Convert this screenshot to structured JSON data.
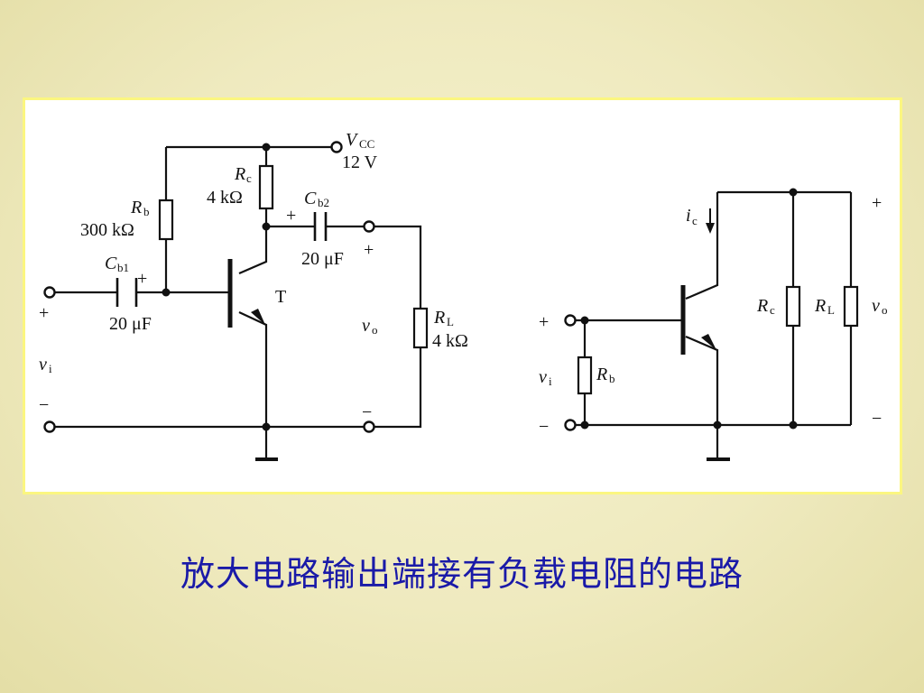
{
  "caption": "放大电路输出端接有负载电阻的电路",
  "circuit_a": {
    "vcc_symbol": "V",
    "vcc_sub": "CC",
    "vcc_value": "12 V",
    "rc_symbol": "R",
    "rc_sub": "c",
    "rc_value": "4 kΩ",
    "rb_symbol": "R",
    "rb_sub": "b",
    "rb_value": "300 kΩ",
    "cb1_symbol": "C",
    "cb1_sub": "b1",
    "cb1_value": "20 μF",
    "cb2_symbol": "C",
    "cb2_sub": "b2",
    "cb2_value": "20 μF",
    "transistor_label": "T",
    "rl_symbol": "R",
    "rl_sub": "L",
    "rl_value": "4 kΩ",
    "vi_symbol": "v",
    "vi_sub": "i",
    "vo_symbol": "v",
    "vo_sub": "o",
    "plus": "+",
    "minus": "−"
  },
  "circuit_b": {
    "ic_symbol": "i",
    "ic_sub": "c",
    "rc_symbol": "R",
    "rc_sub": "c",
    "rl_symbol": "R",
    "rl_sub": "L",
    "rb_symbol": "R",
    "rb_sub": "b",
    "vi_symbol": "v",
    "vi_sub": "i",
    "vo_symbol": "v",
    "vo_sub": "o",
    "plus": "+",
    "minus": "−"
  }
}
